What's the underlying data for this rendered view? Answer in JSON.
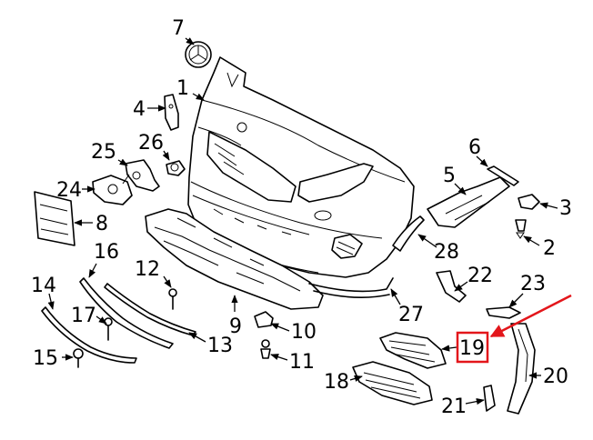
{
  "callouts": {
    "c1": "1",
    "c2": "2",
    "c3": "3",
    "c4": "4",
    "c5": "5",
    "c6": "6",
    "c7": "7",
    "c8": "8",
    "c9": "9",
    "c10": "10",
    "c11": "11",
    "c12": "12",
    "c13": "13",
    "c14": "14",
    "c15": "15",
    "c16": "16",
    "c17": "17",
    "c18": "18",
    "c19": "19",
    "c20": "20",
    "c21": "21",
    "c22": "22",
    "c23": "23",
    "c24": "24",
    "c25": "25",
    "c26": "26",
    "c27": "27",
    "c28": "28"
  },
  "highlight": {
    "part": "19",
    "color": "#e3161b"
  }
}
